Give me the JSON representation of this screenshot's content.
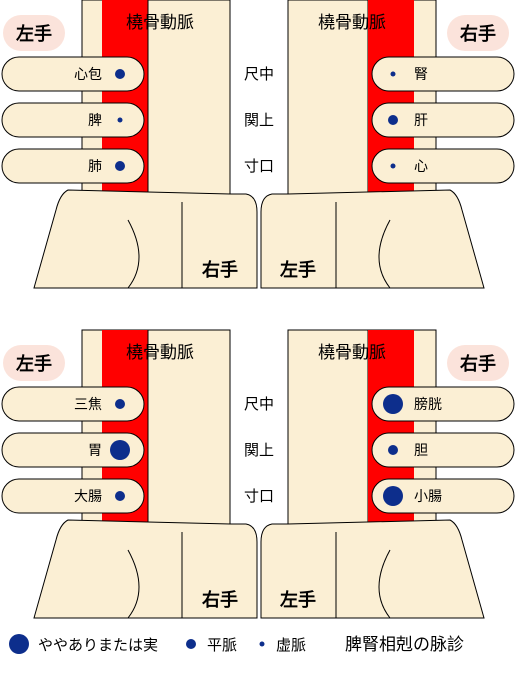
{
  "panels": [
    {
      "artery_left": "橈骨動脈",
      "artery_right": "橈骨動脈",
      "hand_left": "左手",
      "hand_right": "右手",
      "positions": [
        "尺中",
        "関上",
        "寸口"
      ],
      "wrist_left_label": "右手",
      "wrist_right_label": "左手",
      "left_fingers": [
        {
          "label": "心包",
          "pulse": "平脈"
        },
        {
          "label": "脾",
          "pulse": "虚脈"
        },
        {
          "label": "肺",
          "pulse": "平脈"
        }
      ],
      "right_fingers": [
        {
          "label": "腎",
          "pulse": "虚脈"
        },
        {
          "label": "肝",
          "pulse": "平脈"
        },
        {
          "label": "心",
          "pulse": "虚脈"
        }
      ]
    },
    {
      "artery_left": "橈骨動脈",
      "artery_right": "橈骨動脈",
      "hand_left": "左手",
      "hand_right": "右手",
      "positions": [
        "尺中",
        "関上",
        "寸口"
      ],
      "wrist_left_label": "右手",
      "wrist_right_label": "左手",
      "left_fingers": [
        {
          "label": "三焦",
          "pulse": "平脈"
        },
        {
          "label": "胃",
          "pulse": "ややありまたは実"
        },
        {
          "label": "大腸",
          "pulse": "平脈"
        }
      ],
      "right_fingers": [
        {
          "label": "膀胱",
          "pulse": "ややありまたは実"
        },
        {
          "label": "胆",
          "pulse": "平脈"
        },
        {
          "label": "小腸",
          "pulse": "ややありまたは実"
        }
      ]
    }
  ],
  "legend": {
    "items": [
      {
        "label": "ややありまたは実",
        "key": "ややありまたは実"
      },
      {
        "label": "平脈",
        "key": "平脈"
      },
      {
        "label": "虚脈",
        "key": "虚脈"
      }
    ],
    "caption": "脾腎相剋の脉診"
  },
  "colors": {
    "skin": "#fbefd4",
    "artery": "#ff0000",
    "badge": "#fbe3db",
    "dot": "#0d2e8c",
    "outline": "#000000"
  }
}
